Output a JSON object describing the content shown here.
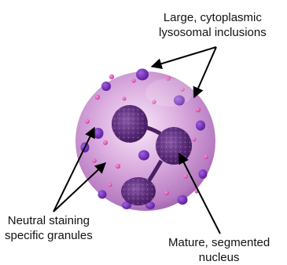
{
  "labels": {
    "lysosomal_inclusions": {
      "line1": "Large, cytoplasmic",
      "line2": "lysosomal inclusions"
    },
    "specific_granules": {
      "line1": "Neutral staining",
      "line2": "specific granules"
    },
    "nucleus": {
      "line1": "Mature, segmented",
      "line2": "nucleus"
    }
  },
  "colors": {
    "cell_light": "#f3dcf3",
    "cell_mid": "#c98fd0",
    "cell_dark": "#8e4f9c",
    "nucleus_dark": "#4a1f62",
    "nucleus_mid": "#7a4a9a",
    "inclusion": "#7a2fc2",
    "granule": "#e85fc0",
    "arrow": "#000000"
  }
}
